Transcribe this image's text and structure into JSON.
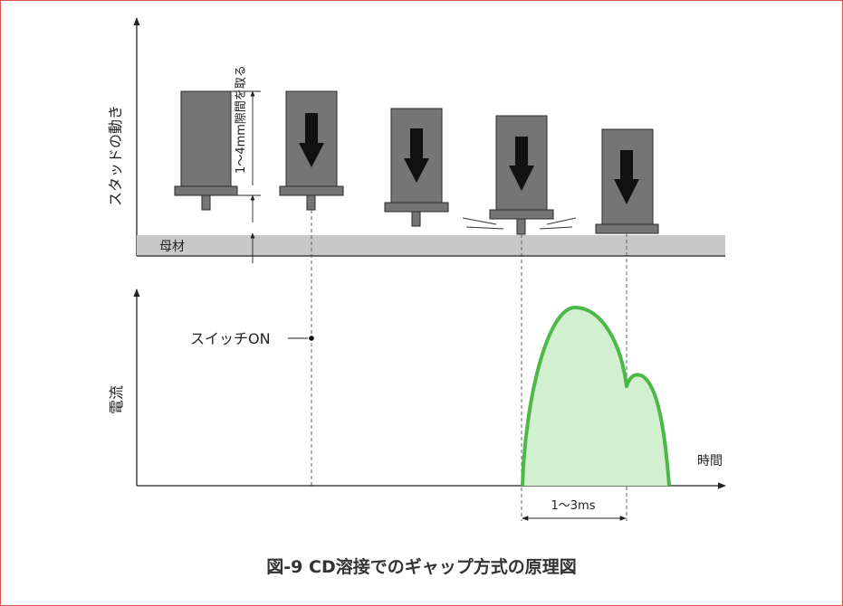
{
  "caption": "図-9 CD溶接でのギャップ方式の原理図",
  "stud_panel": {
    "y_axis_label": "スタッドの動き",
    "base_label": "母材",
    "gap_label": "1～4mm隙間を取る",
    "gap_range_mm": [
      1,
      4
    ],
    "stud_count": 5
  },
  "current_panel": {
    "y_axis_label": "電流",
    "x_axis_label": "時間",
    "switch_label": "スイッチON",
    "duration_label": "1～3ms",
    "duration_range_ms": [
      1,
      3
    ]
  },
  "colors": {
    "stud_fill": "#757575",
    "stud_stroke": "#2a2a2a",
    "base_fill": "#c8c8c8",
    "arrow": "#111111",
    "current_stroke": "#4cb848",
    "current_fill": "#d2efd0",
    "frame_border": "#d9534f"
  }
}
